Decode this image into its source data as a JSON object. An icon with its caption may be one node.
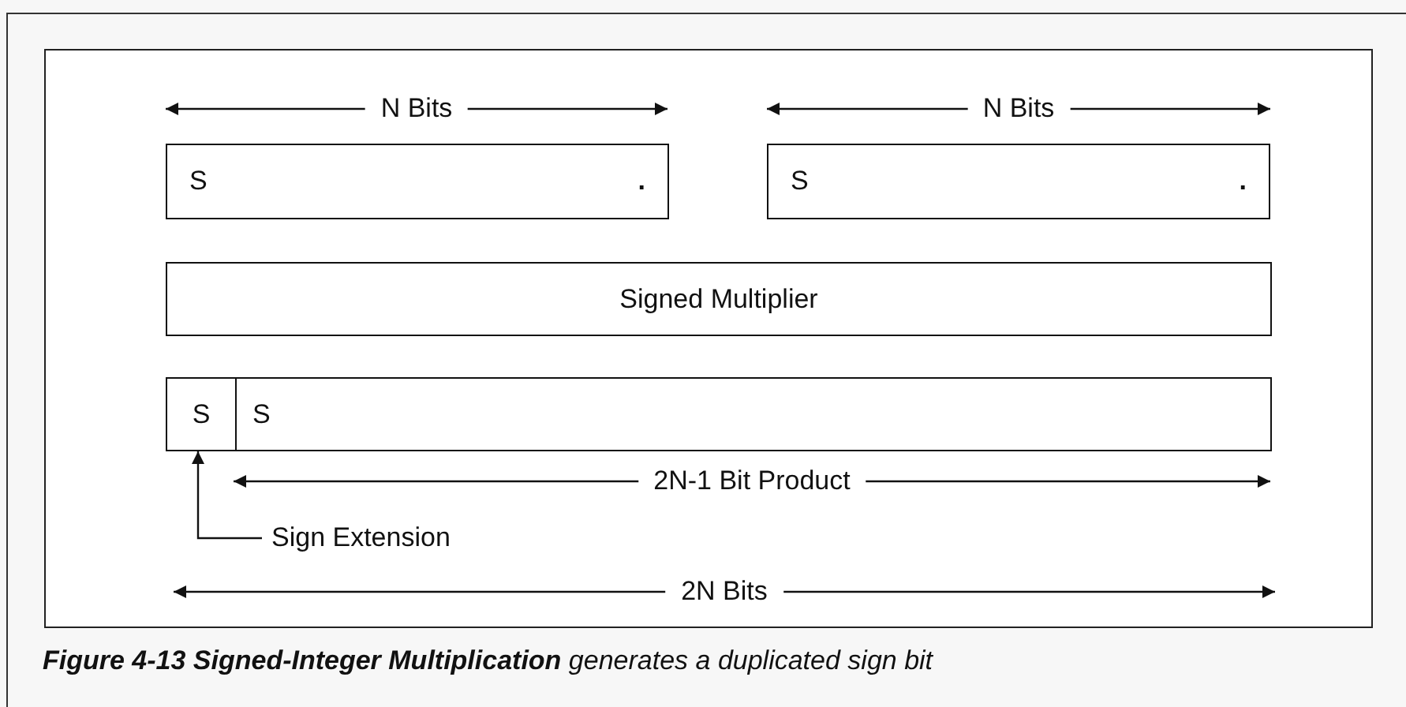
{
  "diagram": {
    "caption": "**Figure 4-13  Signed-Integer Multiplication** generates a duplicated sign bit",
    "nodes": [
      {
        "text": [
          "S",
          "."
        ]
      },
      {
        "text": [
          "S",
          "."
        ]
      },
      {
        "text": [
          "Signed Multiplier"
        ]
      },
      {
        "text": [],
        "shape": "box"
      },
      {
        "text": [
          "S"
        ],
        "in": 3
      },
      {
        "text": [
          "S"
        ],
        "in": 3
      },
      {
        "text": [
          "Sign Extension"
        ]
      }
    ],
    "edges": [
      {
        "from": 6,
        "to": 4,
        "arrow": "to"
      }
    ],
    "labels": [
      "N Bits",
      "N Bits",
      "2N-1 Bit Product",
      "2N Bits"
    ]
  }
}
